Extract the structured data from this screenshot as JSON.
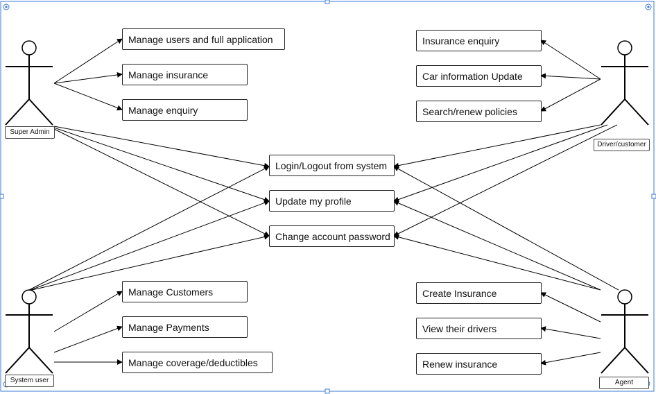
{
  "colors": {
    "selection": "#3a78d8",
    "stroke": "#000000"
  },
  "actors": {
    "super_admin": "Super Admin",
    "driver": "Driver/customer",
    "system_user": "System user",
    "agent": "Agent"
  },
  "super_admin_cases": [
    "Manage users and full application",
    "Manage insurance",
    "Manage enquiry"
  ],
  "driver_cases": [
    "Insurance enquiry",
    "Car information Update",
    "Search/renew policies"
  ],
  "common_cases": [
    "Login/Logout from system",
    "Update my profile",
    "Change account password"
  ],
  "system_user_cases": [
    "Manage Customers",
    "Manage Payments",
    "Manage coverage/deductibles"
  ],
  "agent_cases": [
    "Create Insurance",
    "View their drivers",
    "Renew insurance"
  ]
}
